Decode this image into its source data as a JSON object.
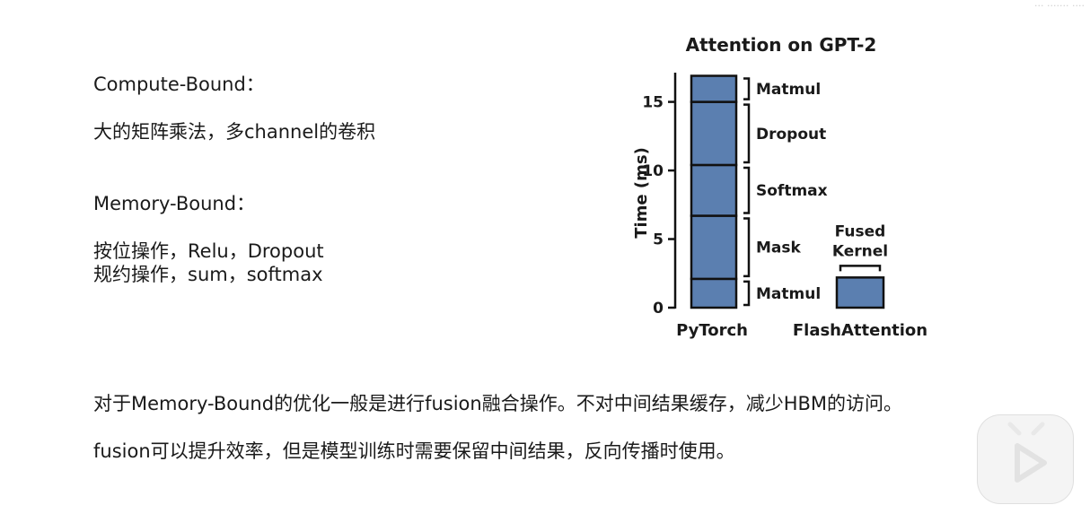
{
  "notes": {
    "compute_bound_heading": "Compute-Bound：",
    "compute_bound_examples": "大的矩阵乘法，多channel的卷积",
    "memory_bound_heading": "Memory-Bound：",
    "memory_bound_line1": "按位操作，Relu，Dropout",
    "memory_bound_line2": "规约操作，sum，softmax",
    "optimization_line": "对于Memory-Bound的优化一般是进行fusion融合操作。不对中间结果缓存，减少HBM的访问。",
    "fusion_line": "fusion可以提升效率，但是模型训练时需要保留中间结果，反向传播时使用。"
  },
  "chart_data": {
    "type": "bar",
    "stacked": true,
    "title": "Attention on GPT-2",
    "ylabel": "Time (ms)",
    "xlabel": "",
    "ylim": [
      0,
      17
    ],
    "yticks": [
      0,
      5,
      10,
      15
    ],
    "grid": false,
    "legend": "none",
    "categories": [
      "PyTorch",
      "FlashAttention"
    ],
    "stacks": [
      {
        "category": "PyTorch",
        "segments": [
          {
            "label": "Matmul",
            "value": 2.1
          },
          {
            "label": "Mask",
            "value": 4.6
          },
          {
            "label": "Softmax",
            "value": 3.7
          },
          {
            "label": "Dropout",
            "value": 4.6
          },
          {
            "label": "Matmul",
            "value": 1.9
          }
        ]
      },
      {
        "category": "FlashAttention",
        "segments": [
          {
            "label": "Fused Kernel",
            "value": 2.2
          }
        ]
      }
    ],
    "bar_color": "#5b7fb0",
    "edge_color": "#111111"
  },
  "watermark": "··· ······· ····"
}
